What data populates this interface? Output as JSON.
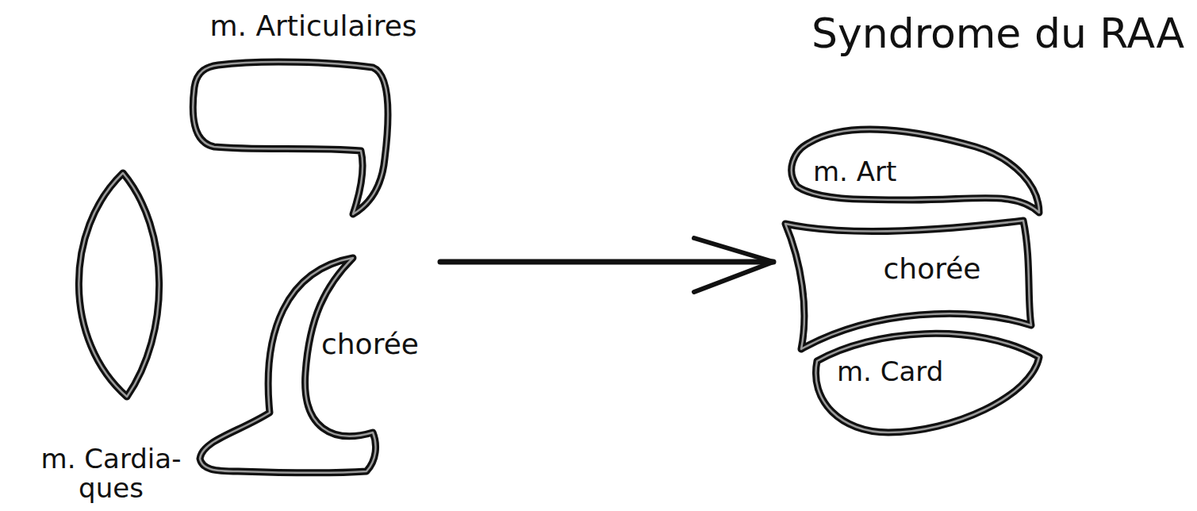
{
  "diagram": {
    "title": "Syndrome du RAA",
    "nodes": [
      {
        "text": [
          "m. Articulaires"
        ]
      },
      {
        "text": [
          "m. Cardia- ques"
        ]
      },
      {
        "text": [
          "chorée"
        ]
      },
      {
        "text": [
          "m. Art"
        ]
      },
      {
        "text": [
          "chorée"
        ]
      },
      {
        "text": [
          "m. Card"
        ]
      }
    ],
    "edges": [
      {
        "from": 2,
        "to": 4,
        "arrow": "to"
      }
    ]
  }
}
